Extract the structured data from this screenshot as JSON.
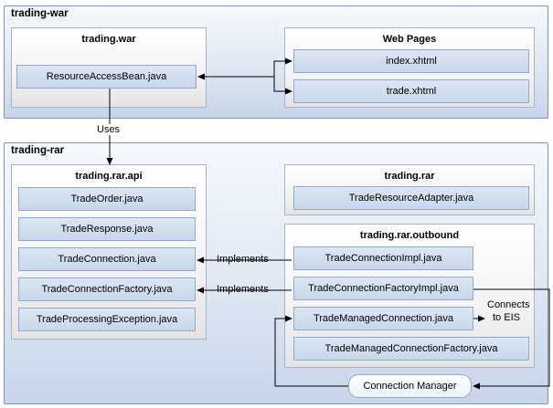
{
  "trading_war": {
    "title": "trading-war",
    "war_package": {
      "title": "trading.war",
      "file": "ResourceAccessBean.java"
    },
    "web_pages": {
      "title": "Web Pages",
      "files": [
        "index.xhtml",
        "trade.xhtml"
      ]
    }
  },
  "uses_label": "Uses",
  "trading_rar": {
    "title": "trading-rar",
    "api": {
      "title": "trading.rar.api",
      "files": [
        "TradeOrder.java",
        "TradeResponse.java",
        "TradeConnection.java",
        "TradeConnectionFactory.java",
        "TradeProcessingException.java"
      ]
    },
    "rar": {
      "title": "trading.rar",
      "file": "TradeResourceAdapter.java"
    },
    "outbound": {
      "title": "trading.rar.outbound",
      "files": [
        "TradeConnectionImpl.java",
        "TradeConnectionFactoryImpl.java",
        "TradeManagedConnection.java",
        "TradeManagedConnectionFactory.java"
      ]
    },
    "implements_labels": [
      "Implements",
      "Implements"
    ],
    "connects_label_line1": "Connects",
    "connects_label_line2": "to EIS",
    "connection_manager": "Connection Manager"
  }
}
